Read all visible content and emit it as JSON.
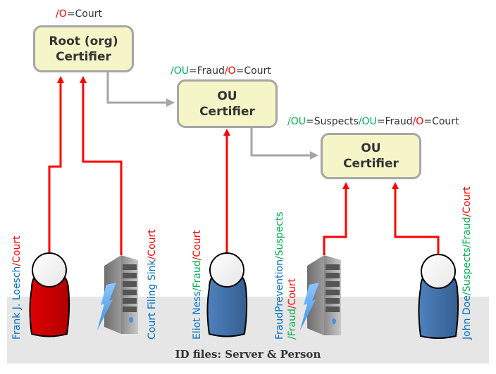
{
  "diagram": {
    "footer_label": "ID files: Server & Person",
    "certifiers": [
      {
        "id": "root",
        "title_line1": "Root (org)",
        "title_line2": "Certifier",
        "dn_parts": [
          {
            "text": "/O",
            "color": "red"
          },
          {
            "text": "=Court",
            "color": "dark"
          }
        ]
      },
      {
        "id": "ou-fraud",
        "title_line1": "OU",
        "title_line2": "Certifier",
        "dn_parts": [
          {
            "text": "/OU",
            "color": "green"
          },
          {
            "text": "=Fraud",
            "color": "dark"
          },
          {
            "text": "/O",
            "color": "red"
          },
          {
            "text": "=Court",
            "color": "dark"
          }
        ]
      },
      {
        "id": "ou-suspects",
        "title_line1": "OU",
        "title_line2": "Certifier",
        "dn_parts": [
          {
            "text": "/OU",
            "color": "green"
          },
          {
            "text": "=Suspects",
            "color": "dark"
          },
          {
            "text": "/OU",
            "color": "green"
          },
          {
            "text": "=Fraud",
            "color": "dark"
          },
          {
            "text": "/O",
            "color": "red"
          },
          {
            "text": "=Court",
            "color": "dark"
          }
        ]
      }
    ],
    "entities": [
      {
        "type": "person",
        "body_color": "red",
        "label_parts": [
          {
            "text": "Frank J. Loesch",
            "color": "blue"
          },
          {
            "text": "/Court",
            "color": "red"
          }
        ]
      },
      {
        "type": "server",
        "label_parts": [
          {
            "text": "Court Filing Sink",
            "color": "blue"
          },
          {
            "text": "/Court",
            "color": "red"
          }
        ]
      },
      {
        "type": "person",
        "body_color": "blue",
        "label_parts": [
          {
            "text": "Eliot Ness",
            "color": "blue"
          },
          {
            "text": "/Fraud",
            "color": "green"
          },
          {
            "text": "/Court",
            "color": "red"
          }
        ]
      },
      {
        "type": "server",
        "label_line1": [
          {
            "text": "FraudPrevention",
            "color": "blue"
          },
          {
            "text": "/Suspects",
            "color": "green"
          }
        ],
        "label_line2": [
          {
            "text": "/Fraud",
            "color": "green"
          },
          {
            "text": "/Court",
            "color": "red"
          }
        ]
      },
      {
        "type": "person",
        "body_color": "blue",
        "label_parts": [
          {
            "text": "John Doe",
            "color": "blue"
          },
          {
            "text": "/Suspects",
            "color": "green"
          },
          {
            "text": "/Fraud",
            "color": "green"
          },
          {
            "text": "/Court",
            "color": "red"
          }
        ]
      }
    ],
    "colors": {
      "red": "#ff0000",
      "green": "#00b050",
      "blue": "#0070c0",
      "dark": "#333333",
      "box_fill": "#f5f5c8",
      "box_border": "#a6a6a6",
      "connector_gray": "#a6a6a6",
      "band": "#e6e6e6"
    }
  }
}
